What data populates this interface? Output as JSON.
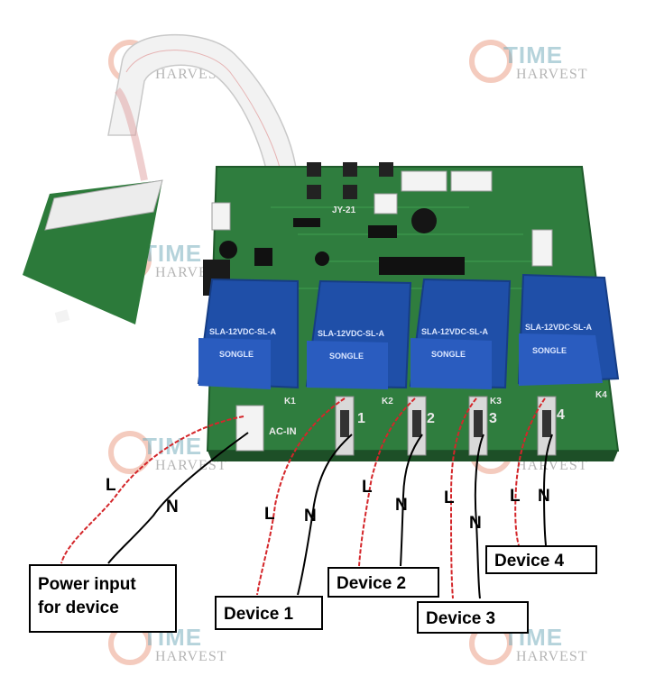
{
  "watermark": {
    "line1": "TIME",
    "line2": "HARVEST"
  },
  "pcb": {
    "ac_in_label": "AC-IN",
    "board_id": "JY-21",
    "relay_labels": [
      "K1",
      "K2",
      "K3",
      "K4"
    ],
    "terminal_numbers": [
      "1",
      "2",
      "3",
      "4"
    ],
    "relay_model": "SLA-12VDC-SL-A",
    "relay_brand": "SONGLE"
  },
  "wiring": {
    "live": "L",
    "neutral": "N"
  },
  "labels": {
    "power_line1": "Power input",
    "power_line2": "for device",
    "device1": "Device 1",
    "device2": "Device 2",
    "device3": "Device 3",
    "device4": "Device 4"
  },
  "colors": {
    "pcb_green": "#2f7d3e",
    "relay_blue": "#1f4fa8",
    "live_wire": "#d4262a",
    "neutral_wire": "#000000"
  }
}
